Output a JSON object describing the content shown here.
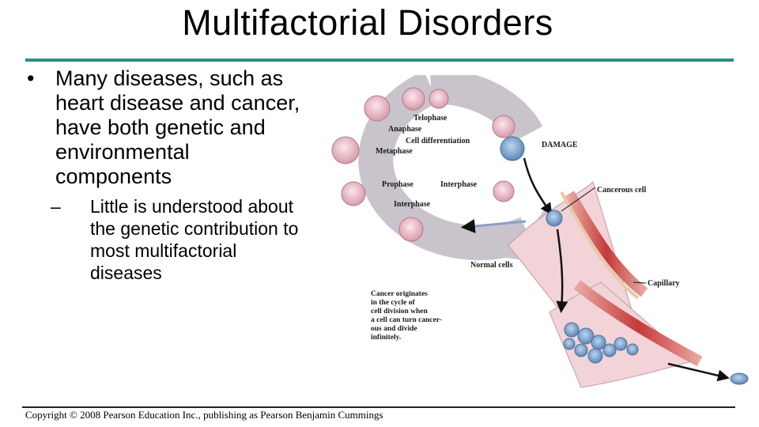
{
  "slide": {
    "title": "Multifactorial Disorders",
    "accent_color": "#2b8f8c",
    "bullet": {
      "marker": "•",
      "text": "Many diseases, such as heart disease and cancer, have both genetic and environmental components"
    },
    "sub_bullet": {
      "marker": "–",
      "text": "Little is understood about the genetic contribution to most multifactorial diseases"
    },
    "copyright": "Copyright © 2008 Pearson Education Inc., publishing as Pearson Benjamin Cummings"
  },
  "figure": {
    "labels": {
      "telophase": "Telophase",
      "anaphase": "Anaphase",
      "cell_differentiation": "Cell differentiation",
      "metaphase": "Metaphase",
      "prophase": "Prophase",
      "interphase_right": "Interphase",
      "interphase_bottom": "Interphase",
      "damage": "DAMAGE",
      "cancerous_cell": "Cancerous cell",
      "normal_cells": "Normal cells",
      "capillary": "Capillary"
    },
    "caption_lines": [
      "Cancer originates",
      "in the cycle of",
      "cell division when",
      "a cell can turn cancer-",
      "ous and divide",
      "infinitely."
    ]
  }
}
